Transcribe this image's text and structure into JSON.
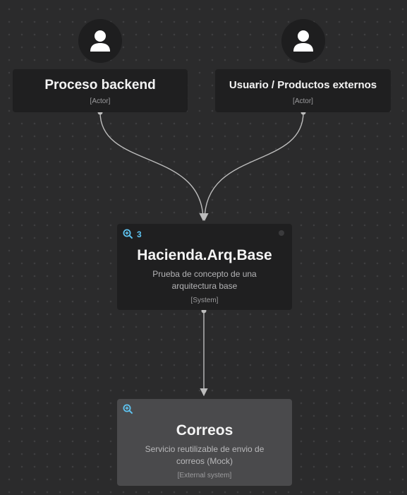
{
  "colors": {
    "background": "#2b2b2c",
    "node": "#1f1f20",
    "external_node": "#4a4a4c",
    "edge": "#bdbdbd",
    "zoom_accent": "#5ec3f0"
  },
  "actors": [
    {
      "icon": "person-icon",
      "title": "Proceso backend",
      "type": "[Actor]"
    },
    {
      "icon": "person-icon",
      "title": "Usuario / Productos externos",
      "type": "[Actor]"
    }
  ],
  "systems": [
    {
      "zoom_icon": "zoom-in-icon",
      "zoom_count": "3",
      "title": "Hacienda.Arq.Base",
      "description": "Prueba de concepto de una arquitectura base",
      "type": "[System]"
    },
    {
      "zoom_icon": "zoom-in-icon",
      "title": "Correos",
      "description": "Servicio reutilizable de envio de correos (Mock)",
      "type": "[External system]"
    }
  ]
}
